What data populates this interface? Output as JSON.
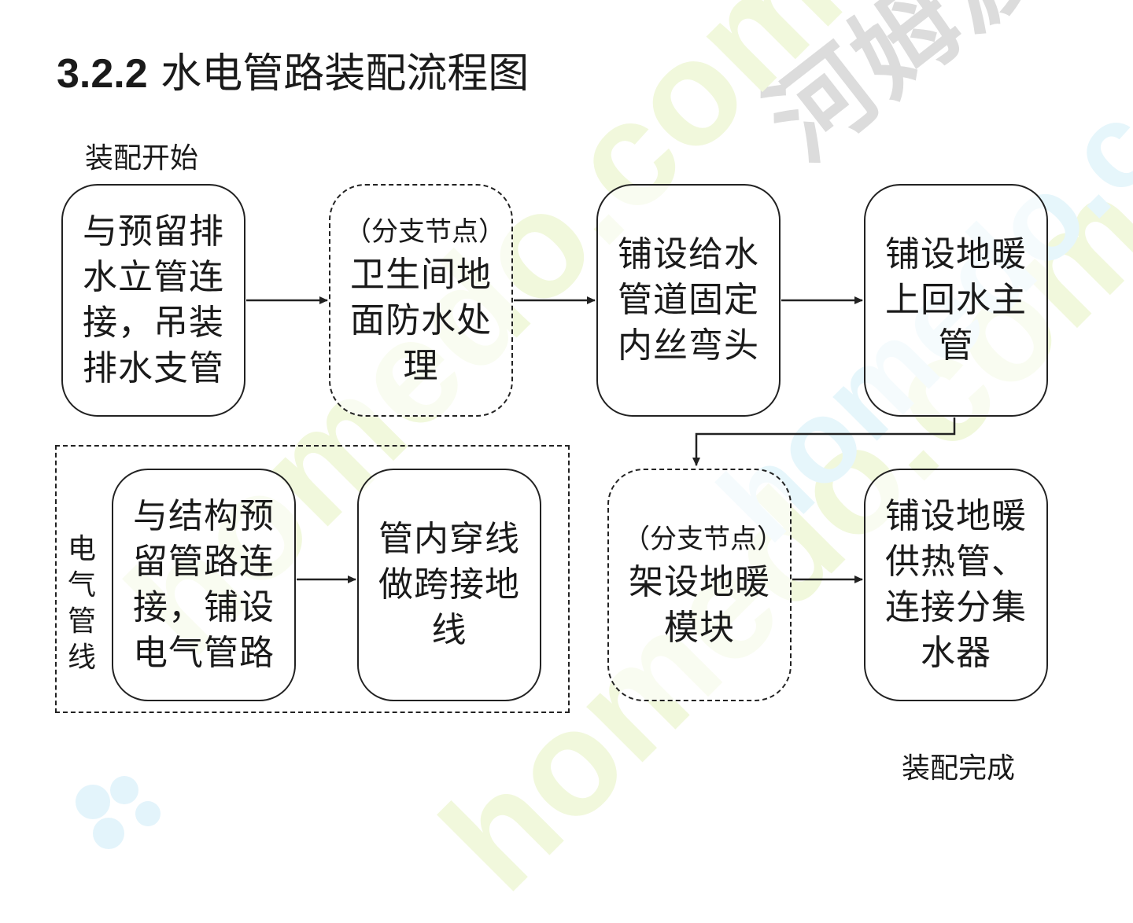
{
  "heading": {
    "number": "3.2.2",
    "title": "水电管路装配流程图"
  },
  "labels": {
    "start": "装配开始",
    "end": "装配完成",
    "electrical_group": "电气管线"
  },
  "boxes": {
    "connect_drain": "与预留排水立管连接，吊装排水支管",
    "bathroom_waterproof_branch": "（分支节点）",
    "bathroom_waterproof": "卫生间地面防水处理",
    "water_supply_pipe": "铺设给水管道固定内丝弯头",
    "floor_heating_return": "铺设地暖上回水主管",
    "floor_heating_module_branch": "（分支节点）",
    "floor_heating_module": "架设地暖模块",
    "floor_heating_supply": "铺设地暖供热管、连接分集水器",
    "electrical_conduit": "与结构预留管路连接，铺设电气管路",
    "wire_threading": "管内穿线做跨接地线"
  },
  "watermark": {
    "cn": "河姆渡",
    "en": "homedo.com"
  }
}
